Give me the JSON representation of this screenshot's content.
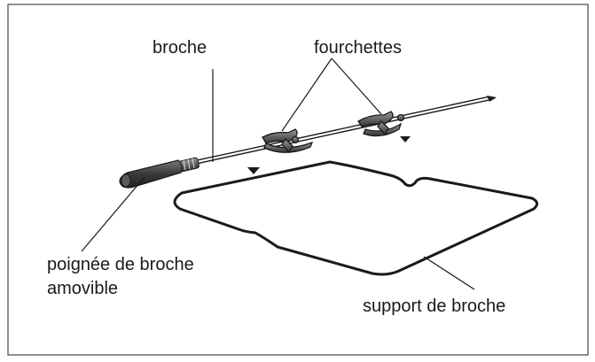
{
  "labels": {
    "broche": "broche",
    "fourchettes": "fourchettes",
    "poignee_line1": "poignée de broche",
    "poignee_line2": "amovible",
    "support": "support  de broche"
  },
  "colors": {
    "line": "#1a1a1a",
    "frame": "#555555",
    "handle": "#4a4a4a",
    "metal": "#6a6a6a",
    "background": "#ffffff"
  }
}
